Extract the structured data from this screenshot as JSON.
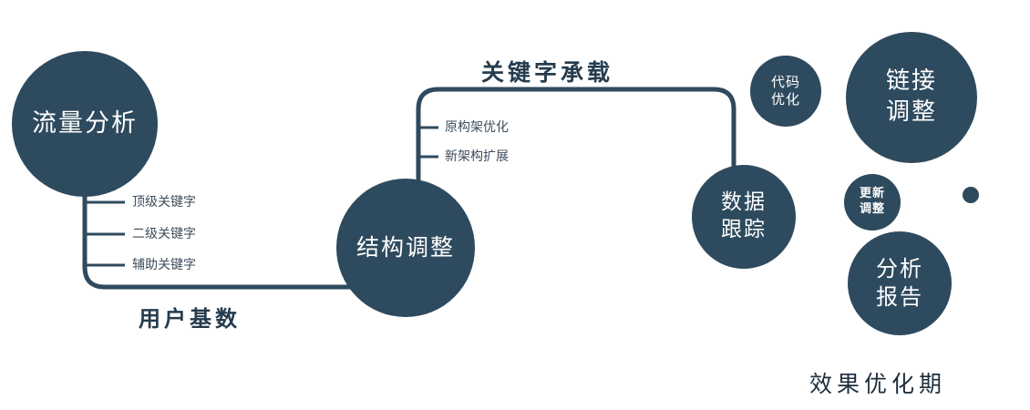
{
  "colors": {
    "accent": "#2e4a5e",
    "label": "#3e4d5c",
    "edge-label": "#253c4e",
    "footer": "#1e2f3f",
    "bg": "#ffffff"
  },
  "diagram": {
    "nodes": {
      "traffic": {
        "label": "流量分析"
      },
      "structure": {
        "label": "结构调整"
      },
      "data_tracking": {
        "line1": "数据",
        "line2": "跟踪"
      },
      "code_opt": {
        "line1": "代码",
        "line2": "优化"
      },
      "link_adjust": {
        "line1": "链接",
        "line2": "调整"
      },
      "update_adjust": {
        "line1": "更新",
        "line2": "调整"
      },
      "analysis_report": {
        "line1": "分析",
        "line2": "报告"
      }
    },
    "edge_labels": {
      "user_base": "用户基数",
      "keyword_bearing": "关键字承载"
    },
    "branch_labels": {
      "traffic": [
        "顶级关键字",
        "二级关键字",
        "辅助关键字"
      ],
      "structure": [
        "原构架优化",
        "新架构扩展"
      ]
    },
    "footer": "效果优化期"
  }
}
